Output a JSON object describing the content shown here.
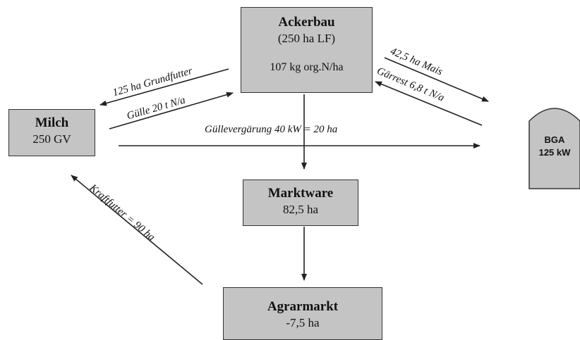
{
  "nodes": {
    "ackerbau": {
      "title": "Ackerbau",
      "subtitle": "(250 ha LF)",
      "nitrogen": "107 kg org.N/ha"
    },
    "milch": {
      "title": "Milch",
      "subtitle": "250 GV"
    },
    "marktware": {
      "title": "Marktware",
      "subtitle": "82,5 ha"
    },
    "agrarmarkt": {
      "title": "Agrarmarkt",
      "subtitle": "-7,5 ha"
    },
    "bga": {
      "line1": "BGA",
      "line2": "125 kW"
    }
  },
  "flows": {
    "grundfutter": "125 ha Grundfutter",
    "guelle": "Gülle 20 t N/a",
    "mais": "42,5 ha Mais",
    "gaerrest": "Gärrest 6,8 t N/a",
    "guellevergaerung": "Güllevergärung  40 kW = 20 ha",
    "kraftfutter": "Kraftfutter = 90 ha"
  },
  "colors": {
    "box_fill": "#c4c4c4",
    "line": "#222222"
  }
}
